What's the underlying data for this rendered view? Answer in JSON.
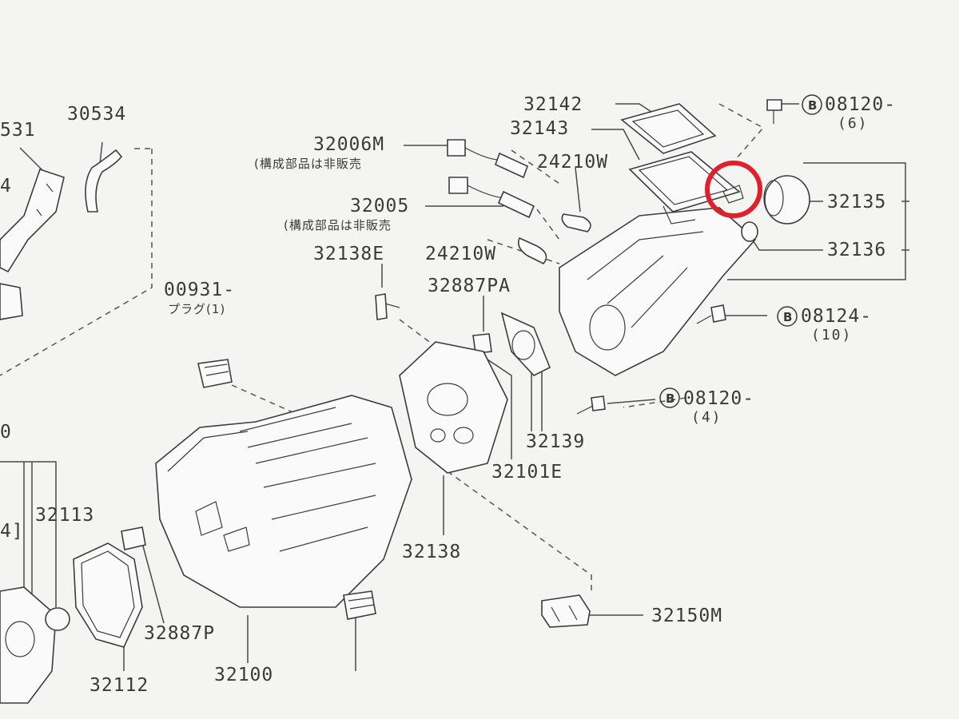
{
  "diagram": {
    "highlight_color": "#e0202a",
    "ink_color": "#3a3a3a",
    "labels": {
      "l30531": "531",
      "l30534": "30534",
      "l32142": "32142",
      "l32143": "32143",
      "l08120a": "08120-",
      "l08120a_qty": "(6)",
      "l32006m": "32006M",
      "l32006m_note": "(構成部品は非販売",
      "l24210w_a": "24210W",
      "l32135": "32135",
      "l32005": "32005",
      "l32005_note": "(構成部品は非販売",
      "l32136": "32136",
      "l32138e": "32138E",
      "l24210w_b": "24210W",
      "l00931": "00931-",
      "l00931_note": "プラグ(1)",
      "l32887pa": "32887PA",
      "l08124": "08124-",
      "l08124_qty": "(10)",
      "l08120b": "08120-",
      "l08120b_qty": "(4)",
      "l32139": "32139",
      "l32101e": "32101E",
      "l4_edge": "4",
      "l0_edge": "0",
      "l4b_edge": "4]",
      "l32113": "32113",
      "l32138": "32138",
      "l32150m": "32150M",
      "l32887p": "32887P",
      "l32112": "32112",
      "l32100": "32100",
      "badge": "B"
    }
  }
}
